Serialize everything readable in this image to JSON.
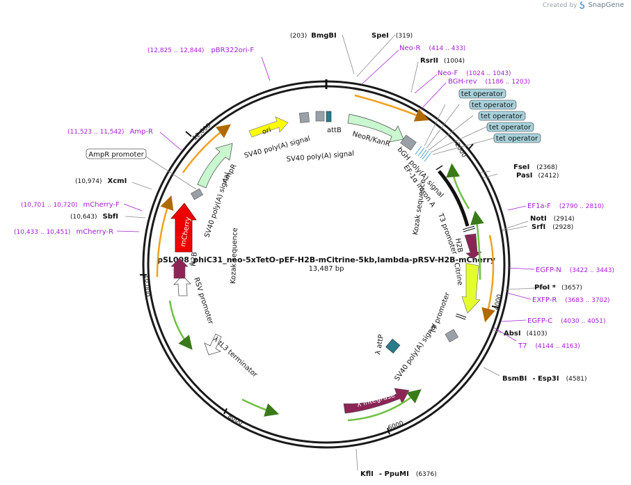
{
  "brand": {
    "created_by": "Created by",
    "name": "SnapGene"
  },
  "map": {
    "title": "pSL008_phiC31_neo-5xTetO-pEF-H2B-mCitrine-5kb,lambda-pRSV-H2B-mCherry",
    "length": "13,487 bp",
    "ticks": [
      "2000",
      "4000",
      "6000",
      "8000",
      "10,000",
      "12,000"
    ]
  },
  "sites": [
    {
      "pos": "(203)",
      "name": "BmgBI"
    },
    {
      "name": "SpeI",
      "pos": "(319)"
    },
    {
      "name": "RsrII",
      "pos": "(1004)"
    },
    {
      "name": "FseI",
      "pos": "(2368)"
    },
    {
      "name": "PasI",
      "pos": "(2412)"
    },
    {
      "name": "NotI",
      "pos": "(2914)"
    },
    {
      "name": "SrfI",
      "pos": "(2928)"
    },
    {
      "name": "PfoI *",
      "pos": "(3657)"
    },
    {
      "name": "AbsI",
      "pos": "(4103)"
    },
    {
      "name": "BsmBI",
      "sep": "- Esp3I",
      "pos": "(4581)"
    },
    {
      "name": "KflI",
      "sep": "- PpuMI",
      "pos": "(6376)"
    },
    {
      "pos": "(10,643)",
      "name": "SbfI"
    },
    {
      "pos": "(10,974)",
      "name": "XcmI"
    }
  ],
  "primers": [
    {
      "range": "(12,825 .. 12,844)",
      "name": "pBR322ori-F"
    },
    {
      "name": "Neo-R",
      "range": "(414 .. 433)"
    },
    {
      "name": "Neo-F",
      "range": "(1024 .. 1043)"
    },
    {
      "name": "BGH-rev",
      "range": "(1186 .. 1203)"
    },
    {
      "name": "EF1a-F",
      "range": "(2790 .. 2810)"
    },
    {
      "name": "EGFP-N",
      "range": "(3422 .. 3443)"
    },
    {
      "name": "EXFP-R",
      "range": "(3683 .. 3702)"
    },
    {
      "name": "EGFP-C",
      "range": "(4030 .. 4051)"
    },
    {
      "name": "T7",
      "range": "(4144 .. 4163)"
    },
    {
      "range": "(11,523 .. 11,542)",
      "name": "Amp-R"
    },
    {
      "range": "(10,701 .. 10,720)",
      "name": "mCherry-F"
    },
    {
      "range": "(10,433 .. 10,451)",
      "name": "mCherry-R"
    }
  ],
  "boxed_labels": {
    "tet_operators": [
      "tet operator",
      "tet operator",
      "tet operator",
      "tet operator",
      "tet operator"
    ],
    "ampr_promoter": "AmpR promoter"
  },
  "features": {
    "ori": "ori",
    "sv40_a": "SV40 poly(A) signal",
    "sv40_b": "SV40 poly(A) signal",
    "attB": "attB",
    "neor": "NeoR/KanR",
    "bgh": "bGH poly(A) signal",
    "ef1a": "EF-1α intron A",
    "t3": "T3 promoter",
    "h2b_right": "H2B",
    "citrine": "Citrine",
    "kozak_right": "Kozak sequence",
    "t7": "T7 promoter",
    "sv40_lower": "SV40 poly(A) signal",
    "attP": "λ attP",
    "integrase": "λ integrase",
    "tl3": "λ tL3 terminator",
    "rsv": "RSV promoter",
    "h2b_left": "H2B",
    "mcherry": "mCherry",
    "sv40_left": "SV40 poly(A) signal",
    "ampr": "AmpR",
    "kozak_left": "Kozak sequence"
  },
  "colors": {
    "backbone": "#1a1a1a",
    "primer": "#a020d0",
    "ori": "#ffff00",
    "neor": "#c9f7cf",
    "h2b": "#8b2556",
    "citrine": "#e4ff2e",
    "mcherry": "#ee0000",
    "integrase": "#8b2556",
    "tet_operator": "#a8d2dc",
    "orange_arrow": "#f0a020",
    "green_arrow": "#70c040",
    "gray_box": "#9aa0a8",
    "teal_box": "#2a7a8a"
  }
}
